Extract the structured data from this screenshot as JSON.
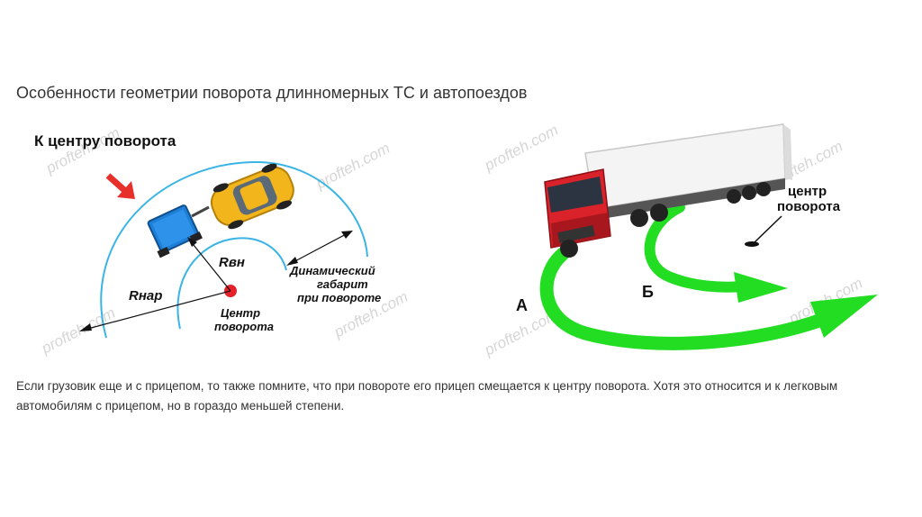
{
  "title": "Особенности геометрии поворота длинномерных ТС и автопоездов",
  "left_figure": {
    "heading": "К центру поворота",
    "r_outer_label": "Rнар",
    "r_inner_label": "Rвн",
    "dynamic_line1": "Динамический",
    "dynamic_line2": "габарит",
    "dynamic_line3": "при повороте",
    "center_line1": "Центр",
    "center_line2": "поворота",
    "watermark": "profteh.com",
    "colors": {
      "arc": "#3ab4e6",
      "arrow": "#e8302a",
      "car": "#f2b51c",
      "trailer": "#1e7fd6"
    }
  },
  "right_figure": {
    "center_line1": "центр",
    "center_line2": "поворота",
    "path_a_label": "А",
    "path_b_label": "Б",
    "watermark": "profteh.com",
    "colors": {
      "path": "#22dd22",
      "cab": "#d9222a"
    }
  },
  "body_text": "Если грузовик еще и с прицепом, то также помните, что при повороте его прицеп смещается к центру поворота.  Хотя это относится и к легковым автомобилям с прицепом, но в гораздо меньшей степени."
}
